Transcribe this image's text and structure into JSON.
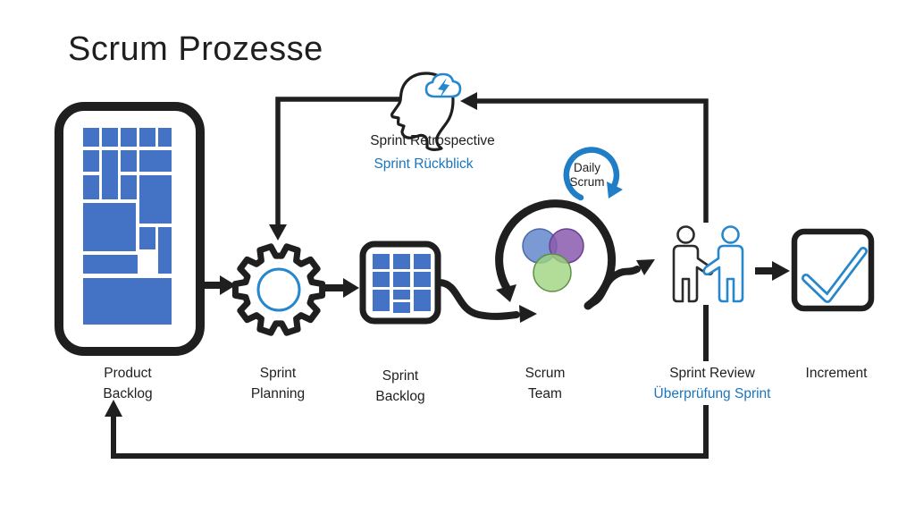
{
  "title": "Scrum Prozesse",
  "labels": {
    "product_backlog": {
      "line1": "Product",
      "line2": "Backlog"
    },
    "sprint_planning": {
      "line1": "Sprint",
      "line2": "Planning"
    },
    "sprint_backlog": {
      "line1": "Sprint",
      "line2": "Backlog"
    },
    "scrum_team": {
      "line1": "Scrum",
      "line2": "Team"
    },
    "daily_scrum": {
      "line1": "Daily",
      "line2": "Scrum"
    },
    "sprint_review": {
      "label": "Sprint Review",
      "translation": "Überprüfung Sprint"
    },
    "increment": {
      "label": "Increment"
    },
    "sprint_retrospective": {
      "label": "Sprint Retrospective",
      "translation": "Sprint Rückblick"
    }
  },
  "colors": {
    "ink": "#1f1f1f",
    "tile_blue": "#4472C4",
    "icon_blue": "#2787CC",
    "text_blue": "#1B75BC",
    "venn_blue": "#6D8FCE",
    "venn_purple": "#8A5BAE",
    "venn_green": "#9ED47E"
  }
}
